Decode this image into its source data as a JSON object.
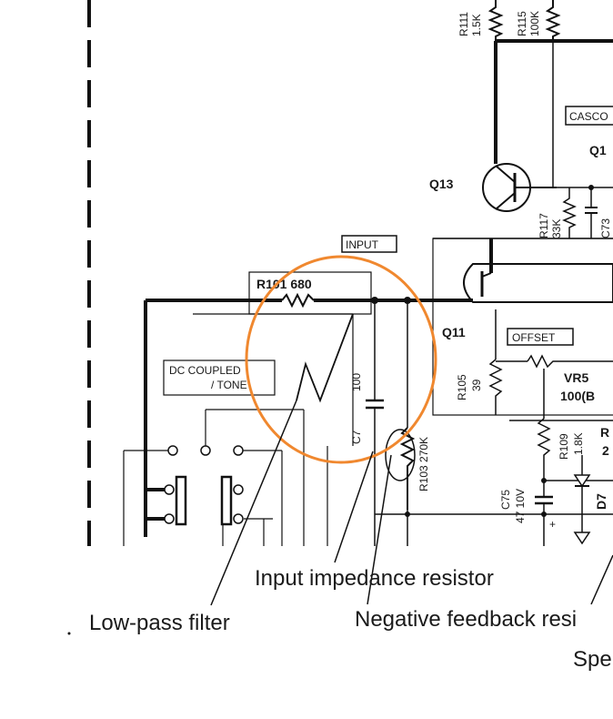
{
  "labels": {
    "r111": "R111",
    "r111_val": "1.5K",
    "r115": "R115",
    "r115_val": "100K",
    "cascode": "CASCO",
    "q1x": "Q1",
    "q13": "Q13",
    "r117": "R117",
    "r117_val": "33K",
    "c73": "C73",
    "input_box": "INPUT",
    "r101": "R101 680",
    "q11": "Q11",
    "offset_box": "OFFSET",
    "r105": "R105",
    "r105_val": "39",
    "vr5": "VR5",
    "vr5_val": "100(B",
    "dc_coupled_1": "DC COUPLED",
    "dc_coupled_2": "/ TONE",
    "c7": "C7",
    "c7_val": "100",
    "r103": "R103 270K",
    "r109": "R109",
    "r109_val": "1.8K",
    "r_partial": "R",
    "r_partial_val": "2",
    "c75": "C75",
    "c75_val": "47 10V",
    "d7": "D7",
    "plus": "+"
  },
  "annotations": {
    "input_impedance": "Input impedance resistor",
    "low_pass": "Low-pass filter",
    "negative_feedback": "Negative feedback resi",
    "spe": "Spe"
  },
  "colors": {
    "highlight_circle": "#f0882f",
    "ink": "#111111"
  }
}
